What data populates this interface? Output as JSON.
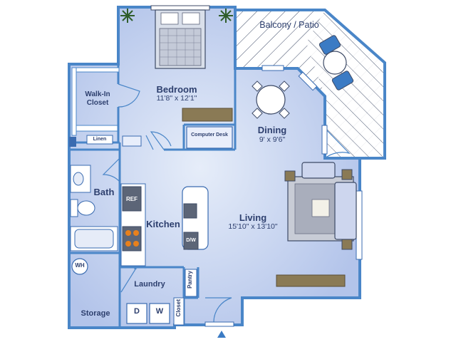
{
  "rooms": {
    "bedroom": {
      "name": "Bedroom",
      "dims": "11'8\" x 12'1\""
    },
    "balcony": {
      "name": "Balcony / Patio"
    },
    "walkin": {
      "name": "Walk-In Closet"
    },
    "dining": {
      "name": "Dining",
      "dims": "9' x 9'6\""
    },
    "living": {
      "name": "Living",
      "dims": "15'10\" x 13'10\""
    },
    "kitchen": {
      "name": "Kitchen"
    },
    "bath": {
      "name": "Bath"
    },
    "laundry": {
      "name": "Laundry"
    },
    "storage": {
      "name": "Storage"
    }
  },
  "fixtures": {
    "linen": "Linen",
    "computer_desk": "Computer Desk",
    "ref": "REF",
    "dw": "D/W",
    "wh": "WH",
    "dryer": "D",
    "washer": "W",
    "pantry": "Pantry",
    "closet": "Closet"
  },
  "colors": {
    "floor": "#b9c9ec",
    "floor_light": "#dfe8f8",
    "wall": "#4a86c8",
    "outline": "#3a6bb0",
    "text": "#2d3f6e"
  }
}
